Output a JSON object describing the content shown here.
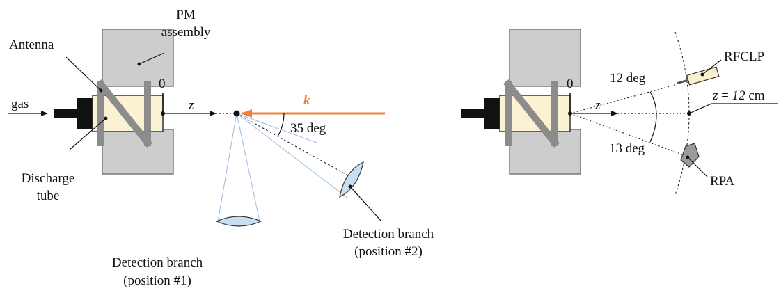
{
  "left": {
    "labels": {
      "pm_line1": "PM",
      "pm_line2": "assembly",
      "antenna": "Antenna",
      "zero": "0",
      "gas": "gas",
      "z": "z",
      "k": "k",
      "angle": "35 deg",
      "tube_line1": "Discharge",
      "tube_line2": "tube",
      "det2_line1": "Detection branch",
      "det2_line2": "(position #2)",
      "det1_line1": "Detection branch",
      "det1_line2": "(position #1)"
    }
  },
  "right": {
    "labels": {
      "rfclp": "RFCLP",
      "zero": "0",
      "angle_top": "12 deg",
      "z": "z",
      "zpos_prefix": "z",
      "zpos_eq": " = ",
      "zpos_val": "12",
      "zpos_unit": " cm",
      "angle_bottom": "13 deg",
      "rpa": "RPA"
    }
  },
  "colors": {
    "magnet": "#cdcdcd",
    "magnet_stroke": "#7a7a7a",
    "antenna": "#8c8c8c",
    "tube": "#fbf1d3",
    "laser": "#ef7f3e",
    "lens": "#c9dff1",
    "cone": "#9bbce0",
    "probe": "#faefcb",
    "rpa": "#9b9b9b"
  }
}
